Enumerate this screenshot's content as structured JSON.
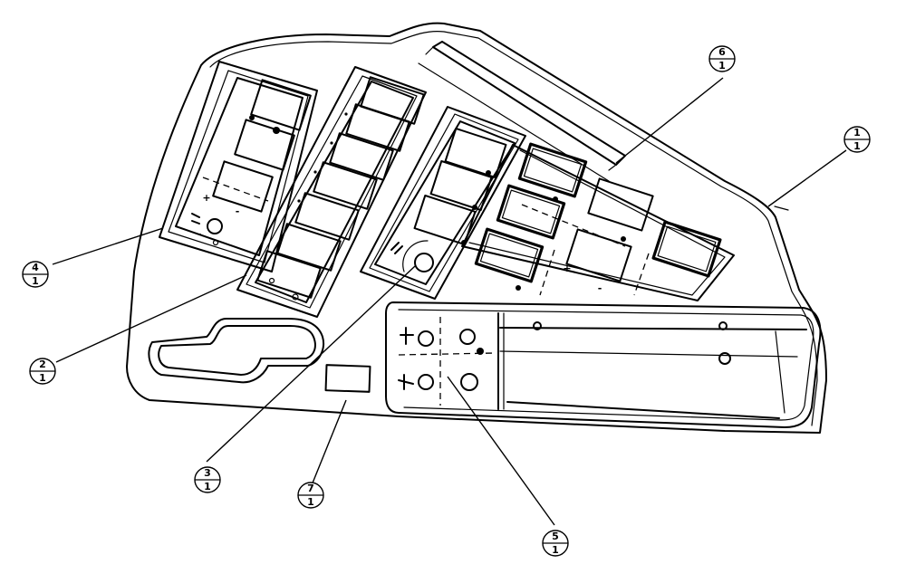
{
  "callouts": [
    {
      "id": "c6",
      "top": "6",
      "bottom": "1"
    },
    {
      "id": "c1",
      "top": "1",
      "bottom": "1"
    },
    {
      "id": "c4",
      "top": "4",
      "bottom": "1"
    },
    {
      "id": "c2",
      "top": "2",
      "bottom": "1"
    },
    {
      "id": "c3",
      "top": "3",
      "bottom": "1"
    },
    {
      "id": "c7",
      "top": "7",
      "bottom": "1"
    },
    {
      "id": "c5",
      "top": "5",
      "bottom": "1"
    }
  ],
  "symbols": {
    "plus": "+",
    "minus": "-"
  }
}
